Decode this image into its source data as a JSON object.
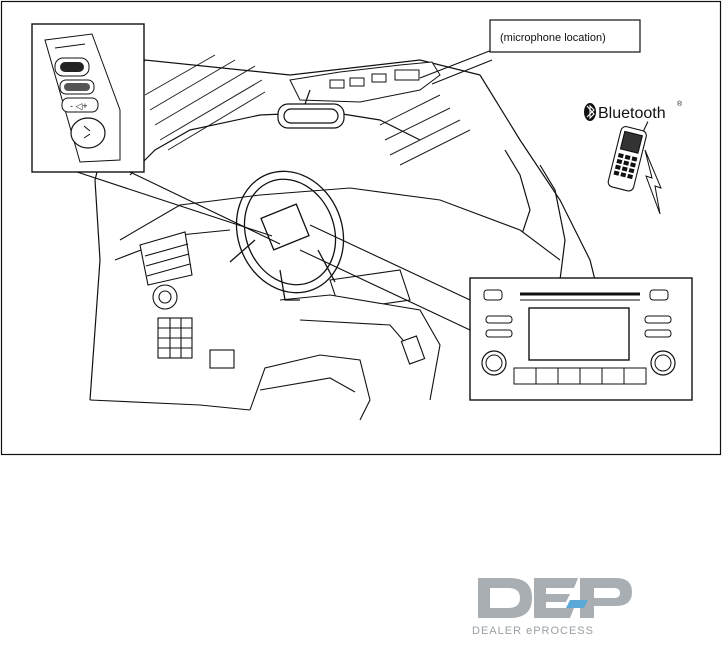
{
  "figure": {
    "callout_microphone": "(microphone location)",
    "bluetooth_label": "Bluetooth",
    "bluetooth_reg": "®",
    "icons": [
      "steering-switch-inset",
      "audio-unit-inset",
      "bluetooth-icon",
      "cellular-phone-icon",
      "signal-lightning-icon"
    ]
  },
  "watermark": {
    "logo_letters": "DEP",
    "tagline": "DEALER ePROCESS",
    "colors": {
      "grey": "#a9aeb2",
      "blue": "#5aa9d6"
    }
  }
}
